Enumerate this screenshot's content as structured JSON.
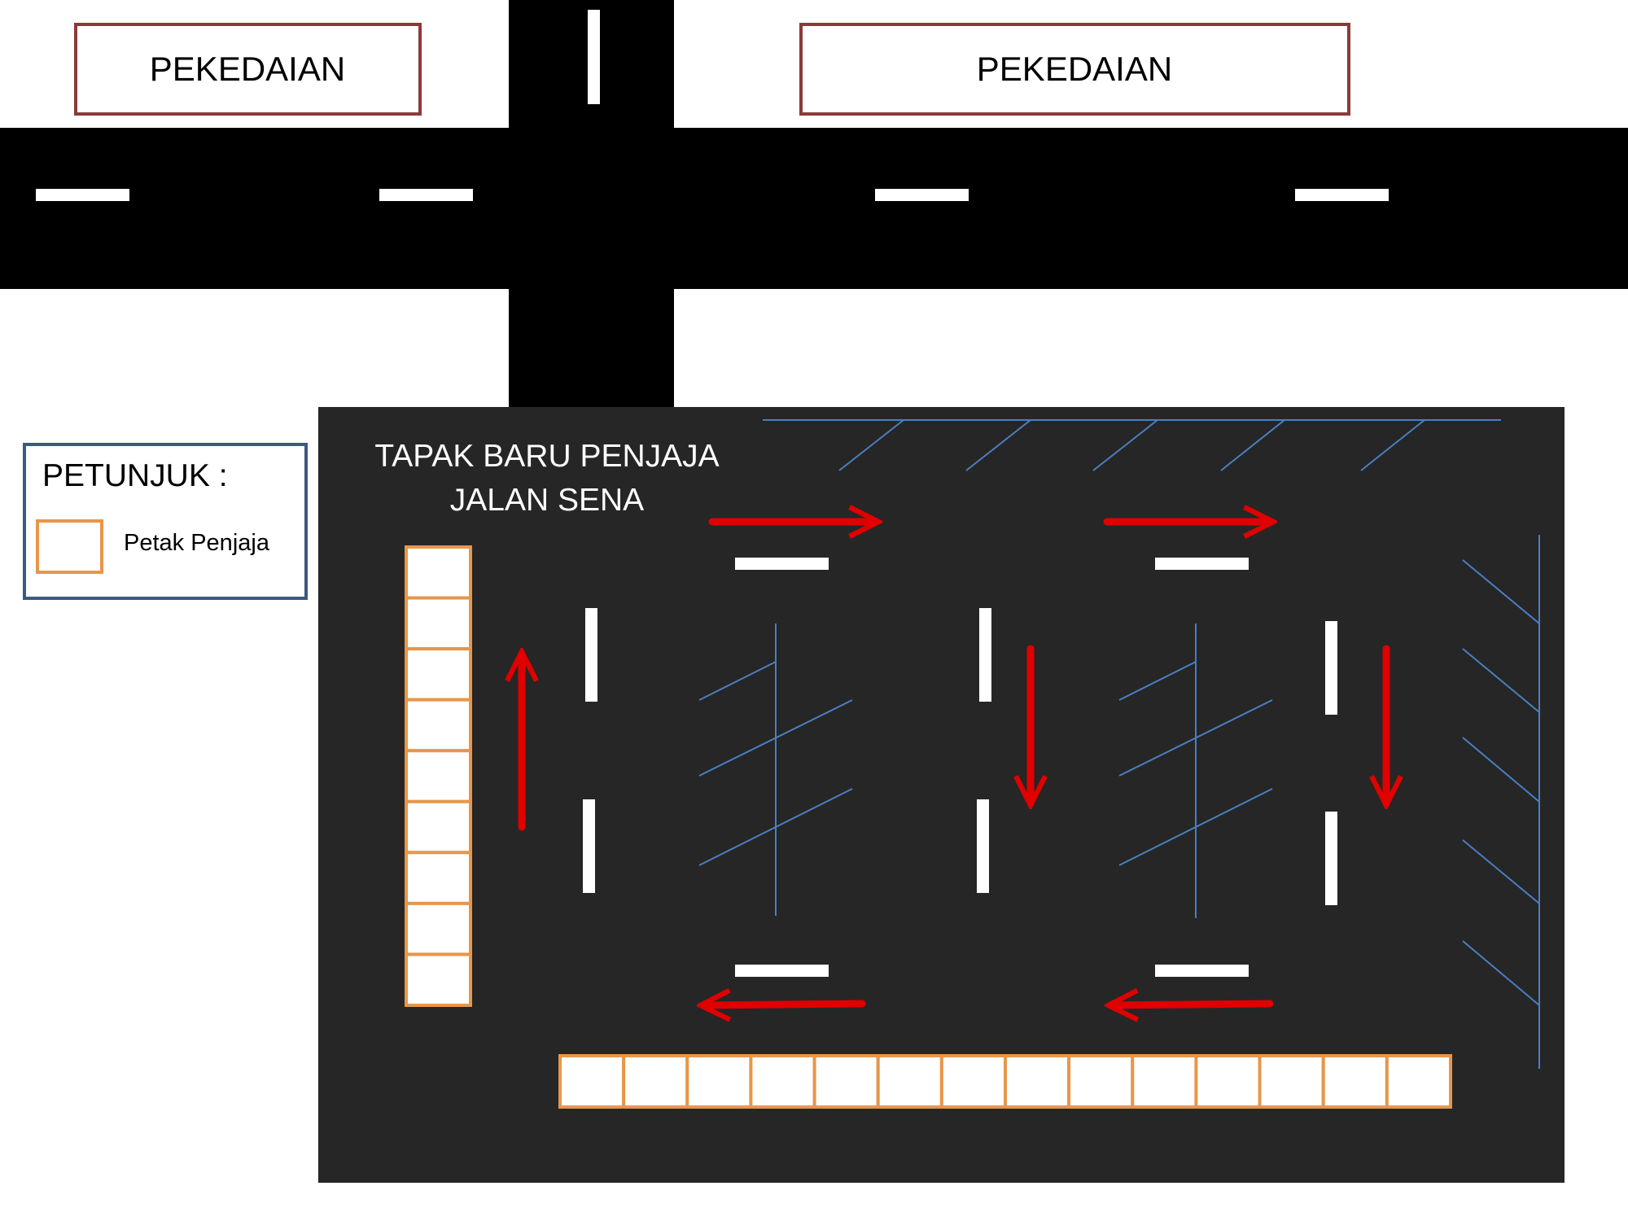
{
  "shops": [
    {
      "label": "PEKEDAIAN"
    },
    {
      "label": "PEKEDAIAN"
    }
  ],
  "lot": {
    "title_line1": "TAPAK BARU PENJAJA",
    "title_line2": "JALAN SENA",
    "vertical_stall_count": 9,
    "horizontal_stall_count": 14
  },
  "legend": {
    "title": "PETUNJUK :",
    "items": [
      {
        "label": "Petak Penjaja",
        "symbol": "orange-outlined-square"
      }
    ]
  },
  "colors": {
    "road": "#000000",
    "lot": "#262626",
    "road_marking": "#ffffff",
    "traffic_arrow": "#e00000",
    "parking_line": "#4a7fc1",
    "stall_border": "#e8964a",
    "stall_fill": "#ffffff",
    "shop_border": "#8b3a3a",
    "legend_border": "#3b5a80"
  },
  "traffic_arrows": [
    {
      "direction": "right"
    },
    {
      "direction": "right"
    },
    {
      "direction": "up"
    },
    {
      "direction": "down"
    },
    {
      "direction": "down"
    },
    {
      "direction": "left"
    },
    {
      "direction": "left"
    }
  ]
}
